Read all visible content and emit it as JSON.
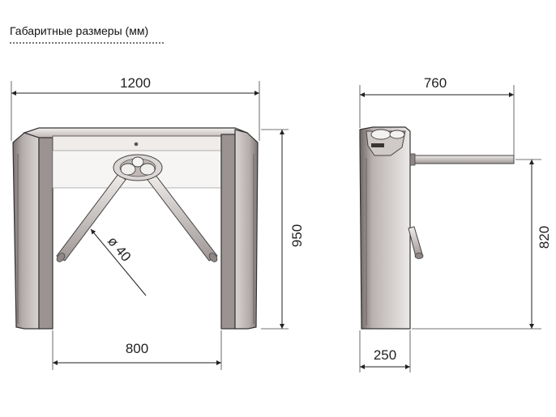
{
  "title": "Габаритные размеры (мм)",
  "dimensions": {
    "front_width": "1200",
    "passage_width": "800",
    "height": "950",
    "arm_diameter": "ø 40",
    "side_depth": "760",
    "side_base_width": "250",
    "arm_height": "820"
  },
  "colors": {
    "line": "#222222",
    "body_dark": "#a39a97",
    "body_light": "#e6e2df",
    "arm": "#c9c4c1"
  },
  "views": [
    "front-view",
    "side-view"
  ]
}
